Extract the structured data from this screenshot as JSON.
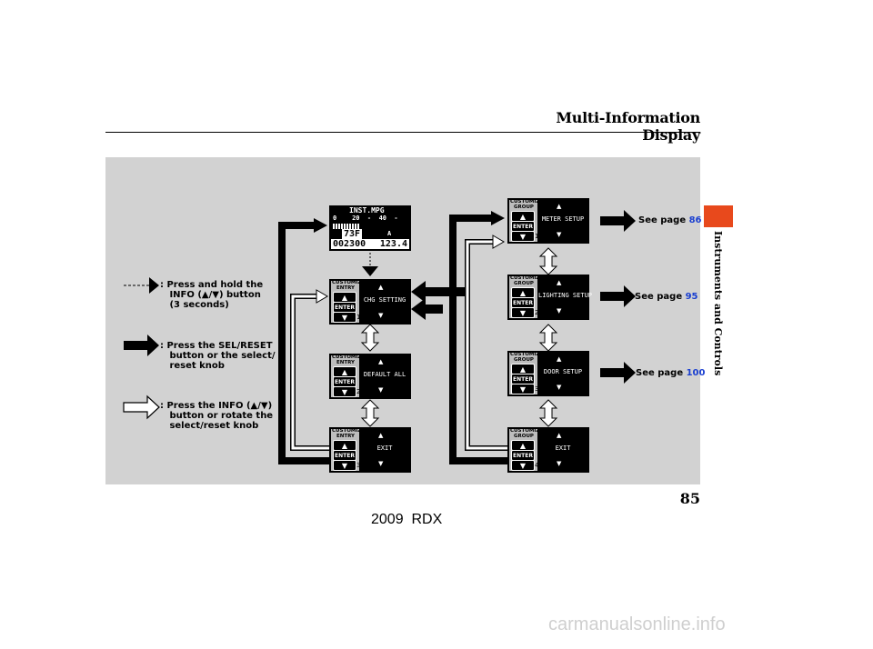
{
  "header": {
    "title": "Multi-Information Display"
  },
  "side_tab": {
    "label": "Instruments and Controls",
    "color": "#e8491c"
  },
  "legend": [
    {
      "kind": "dotted-arrow",
      "text": ": Press and hold the\n   INFO (▲/▼) button\n   (3 seconds)"
    },
    {
      "kind": "solid-black-arrow",
      "text": ": Press the SEL/RESET\n   button or the select/\n   reset knob"
    },
    {
      "kind": "hollow-arrow",
      "text": ": Press the INFO (▲/▼)\n   button or rotate the\n   select/reset knob"
    }
  ],
  "mpg_display": {
    "title": "INST.MPG",
    "scale": "0    20  -  40  -",
    "temperature": "73F",
    "letter": "A",
    "odometer": "002300",
    "trip": "123.4"
  },
  "entry_screens": [
    {
      "header": "CUSTOMIZE ENTRY",
      "label": "CHG SETTING",
      "page": "1/3"
    },
    {
      "header": "CUSTOMIZE ENTRY",
      "label": "DEFAULT ALL",
      "page": "2/3"
    },
    {
      "header": "CUSTOMIZE ENTRY",
      "label": "EXIT",
      "page": "3/3"
    }
  ],
  "group_screens": [
    {
      "header": "CUSTOMIZE GROUP",
      "label": "METER SETUP",
      "page": "1/4"
    },
    {
      "header": "CUSTOMIZE GROUP",
      "label": "LIGHTING SETUP",
      "page": "2/4"
    },
    {
      "header": "CUSTOMIZE GROUP",
      "label": "DOOR SETUP",
      "page": "3/4"
    },
    {
      "header": "CUSTOMIZE GROUP",
      "label": "EXIT",
      "page": "4/4"
    }
  ],
  "button_labels": {
    "up": "▲",
    "enter": "ENTER",
    "down": "▼"
  },
  "see_pages": [
    {
      "prefix": "See page ",
      "page": "86"
    },
    {
      "prefix": "See page ",
      "page": "95"
    },
    {
      "prefix": "See page ",
      "page": "100"
    }
  ],
  "page_number": "85",
  "model": "2009  RDX",
  "watermark": "carmanualsonline.info",
  "colors": {
    "panel": "#d2d2d2",
    "page_link": "#1a3fd0"
  }
}
